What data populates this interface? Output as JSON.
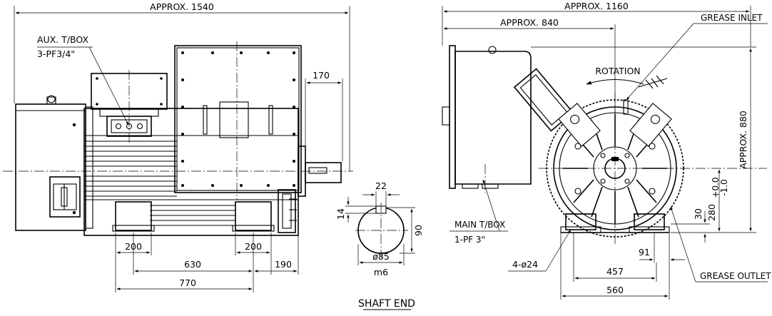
{
  "labels": {
    "approx_1540": "APPROX. 1540",
    "approx_1160": "APPROX. 1160",
    "approx_840": "APPROX. 840",
    "approx_880": "APPROX. 880",
    "aux_tbox": "AUX. T/BOX",
    "aux_tbox_spec": "3-PF3/4\"",
    "main_tbox": "MAIN T/BOX",
    "main_tbox_spec": "1-PF 3\"",
    "grease_inlet": "GREASE INLET",
    "grease_outlet": "GREASE OUTLET",
    "rotation": "ROTATION",
    "shaft_end": "SHAFT END"
  },
  "dimensions": {
    "d170": "170",
    "d22": "22",
    "d14": "14",
    "d90": "90",
    "d85": "ø85",
    "m6": "m6",
    "d200_left": "200",
    "d200_right": "200",
    "d630": "630",
    "d190": "190",
    "d770": "770",
    "d4_24": "4-ø24",
    "d91": "91",
    "d457": "457",
    "d560": "560",
    "d30": "30",
    "d280": "280",
    "tol_plus": "+0.0",
    "tol_minus": "-1.0"
  }
}
